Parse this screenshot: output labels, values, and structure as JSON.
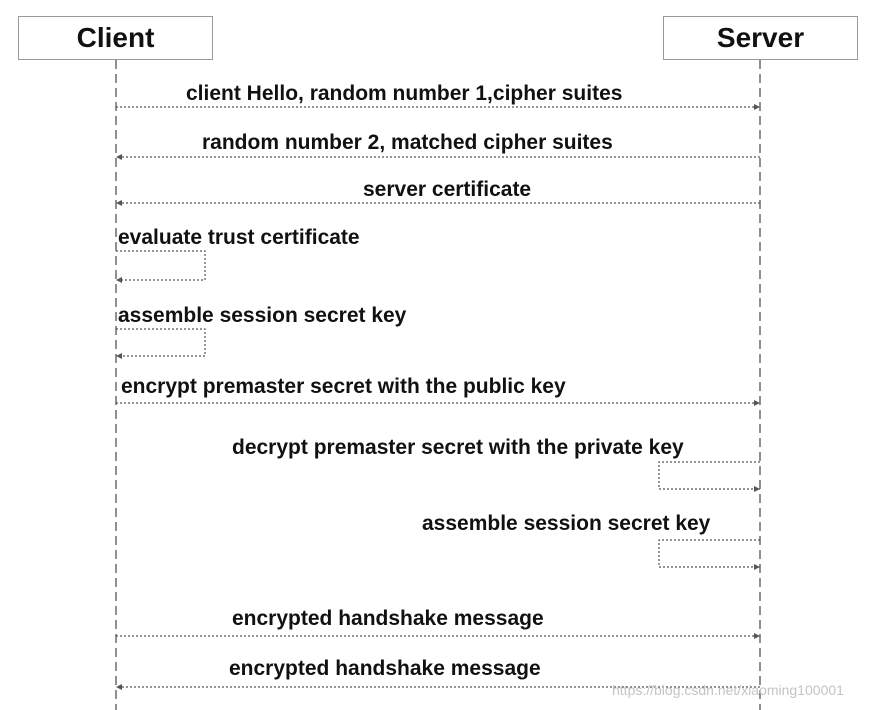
{
  "participants": {
    "client": "Client",
    "server": "Server"
  },
  "messages": [
    {
      "label": "client Hello, random number 1,cipher suites",
      "from": "client",
      "to": "server"
    },
    {
      "label": "random number 2, matched cipher suites",
      "from": "server",
      "to": "client"
    },
    {
      "label": "server certificate",
      "from": "server",
      "to": "client"
    },
    {
      "label": "evaluate trust certificate",
      "from": "client",
      "to": "client"
    },
    {
      "label": "assemble session secret key",
      "from": "client",
      "to": "client"
    },
    {
      "label": "encrypt premaster secret with the public key",
      "from": "client",
      "to": "server"
    },
    {
      "label": "decrypt premaster secret with the private key",
      "from": "server",
      "to": "server"
    },
    {
      "label": "assemble session secret key",
      "from": "server",
      "to": "server"
    },
    {
      "label": "encrypted handshake message",
      "from": "client",
      "to": "server"
    },
    {
      "label": "encrypted handshake message",
      "from": "server",
      "to": "client"
    }
  ],
  "watermark": "https://blog.csdn.net/xiaoming100001",
  "colors": {
    "line": "#555555",
    "text": "#111111",
    "box_border": "#9a9a9a"
  }
}
